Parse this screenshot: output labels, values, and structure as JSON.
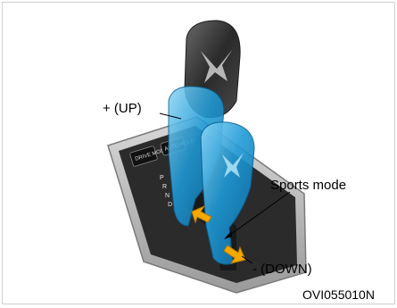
{
  "labels": {
    "up": "+ (UP)",
    "down": "- (DOWN)",
    "sports_mode": "Sports mode",
    "figure_code": "OVI055010N"
  },
  "colors": {
    "knob_blue": "#1e9ad6",
    "arrow_orange": "#f5a800",
    "console_dark": "#2b2b2b",
    "knob_black": "#3a3a3a"
  }
}
